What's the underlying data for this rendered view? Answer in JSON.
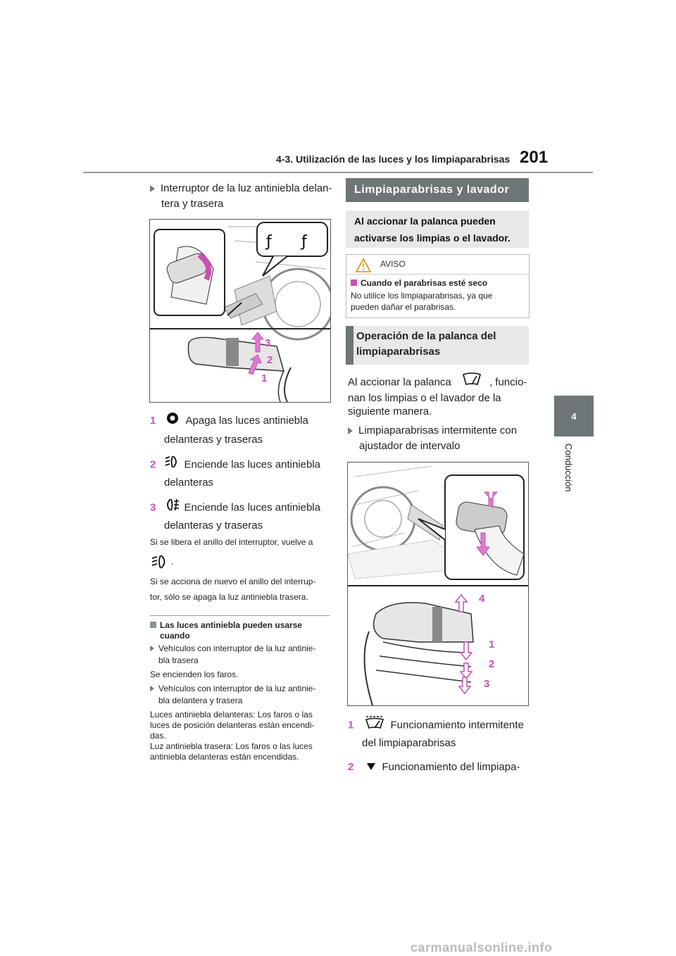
{
  "header": {
    "section_title": "4-3. Utilización de las luces y los limpiaparabrisas",
    "page_number": "201"
  },
  "side_tab": {
    "number": "4",
    "label": "Conducción"
  },
  "left": {
    "intro_line1": "Interruptor de la luz antiniebla delan-",
    "intro_line2": "tera y trasera",
    "fig1_labels": [
      "3",
      "2",
      "1"
    ],
    "items": [
      {
        "num": "1",
        "icon": "fog-off-icon",
        "line1": "Apaga las luces antiniebla",
        "line2": "delanteras y traseras"
      },
      {
        "num": "2",
        "icon": "front-fog-icon",
        "line1": "Enciende las luces antiniebla",
        "line2": "delanteras"
      },
      {
        "num": "3",
        "icon": "rear-fog-icon",
        "line1": "Enciende las luces antiniebla",
        "line2": "delanteras y traseras"
      }
    ],
    "note_line1": "Si se libera el anillo del interruptor, vuelve a",
    "note_period": ".",
    "note2_line1": "Si se acciona de nuevo el anillo del interrup-",
    "note2_line2": "tor, sólo se apaga la luz antiniebla trasera.",
    "sub_heading": "Las luces antiniebla pueden usarse cuando",
    "sub_heading_l1": "Las luces antiniebla pueden usarse",
    "sub_heading_l2": "cuando",
    "b1_l1": "Vehículos con interruptor de la luz antinie-",
    "b1_l2": "bla trasera",
    "b1_text": "Se encienden los faros.",
    "b2_l1": "Vehículos con interruptor de la luz antinie-",
    "b2_l2": "bla delantera y trasera",
    "b2_t1": "Luces antiniebla delanteras: Los faros o las",
    "b2_t2": "luces de posición delanteras están encendi-",
    "b2_t3": "das.",
    "b2_t4": "Luz antiniebla trasera: Los faros o las luces",
    "b2_t5": "antiniebla delanteras están encendidas."
  },
  "right": {
    "section_title": "Limpiaparabrisas y lavador",
    "box_line1": "Al accionar la palanca pueden",
    "box_line2": "activarse los limpias o el lavador.",
    "warn_title": "AVISO",
    "warn_heading": "Cuando el parabrisas esté seco",
    "warn_t1": "No utilice los limpiaparabrisas, ya que",
    "warn_t2": "pueden dañar el parabrisas.",
    "op_title_l1": "Operación de la palanca del",
    "op_title_l2": "limpiaparabrisas",
    "p1_a": "Al accionar la palanca",
    "p1_b": ", funcio-",
    "p1_l2": "nan los limpias o el lavador de la",
    "p1_l3": "siguiente manera.",
    "bullet_l1": "Limpiaparabrisas intermitente con",
    "bullet_l2": "ajustador de intervalo",
    "fig2_labels": [
      "4",
      "1",
      "2",
      "3"
    ],
    "item1_num": "1",
    "item1_l1": "Funcionamiento intermitente",
    "item1_l2": "del limpiaparabrisas",
    "item2_num": "2",
    "item2_l1": "Funcionamiento del limpiapa-"
  },
  "footer": {
    "watermark": "carmanualsonline.info"
  },
  "colors": {
    "accent_pink": "#c94fb5",
    "bar_grey": "#6d7577",
    "box_grey": "#e8e8e8"
  }
}
